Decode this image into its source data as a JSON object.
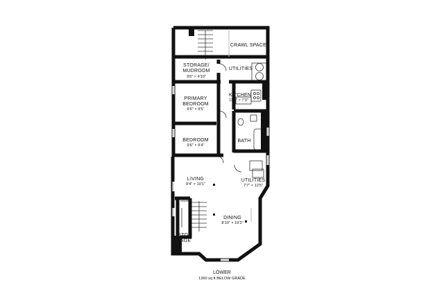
{
  "rooms": {
    "crawl_space": {
      "name": "CRAWL SPACE"
    },
    "storage_mudroom": {
      "name_1": "STORAGE/",
      "name_2": "MUDROOM",
      "dims": "9'6\" × 4'10\""
    },
    "utilities_top": {
      "name": "UTILITIES"
    },
    "kitchen": {
      "name": "KITCHEN",
      "dims": "11'4\" × 7'3\""
    },
    "primary_bedroom": {
      "name_1": "PRIMARY",
      "name_2": "BEDROOM",
      "dims": "9'6\" × 9'5\""
    },
    "bedroom": {
      "name": "BEDROOM",
      "dims": "9'6\" × 9'4\""
    },
    "bath": {
      "name": "BATH"
    },
    "utilities_lower": {
      "name": "UTILITIES",
      "dims": "7'7\" × 12'5\""
    },
    "living": {
      "name": "LIVING",
      "dims": "9'4\" × 10'1\""
    },
    "dining": {
      "name": "DINING",
      "dims": "8'10\" × 19'2\""
    },
    "storage": {
      "name_1": "STO-",
      "name_2": "RAGE"
    }
  },
  "floor": {
    "name": "LOWER",
    "area": "1360 sq ft BELOW GRADE"
  }
}
